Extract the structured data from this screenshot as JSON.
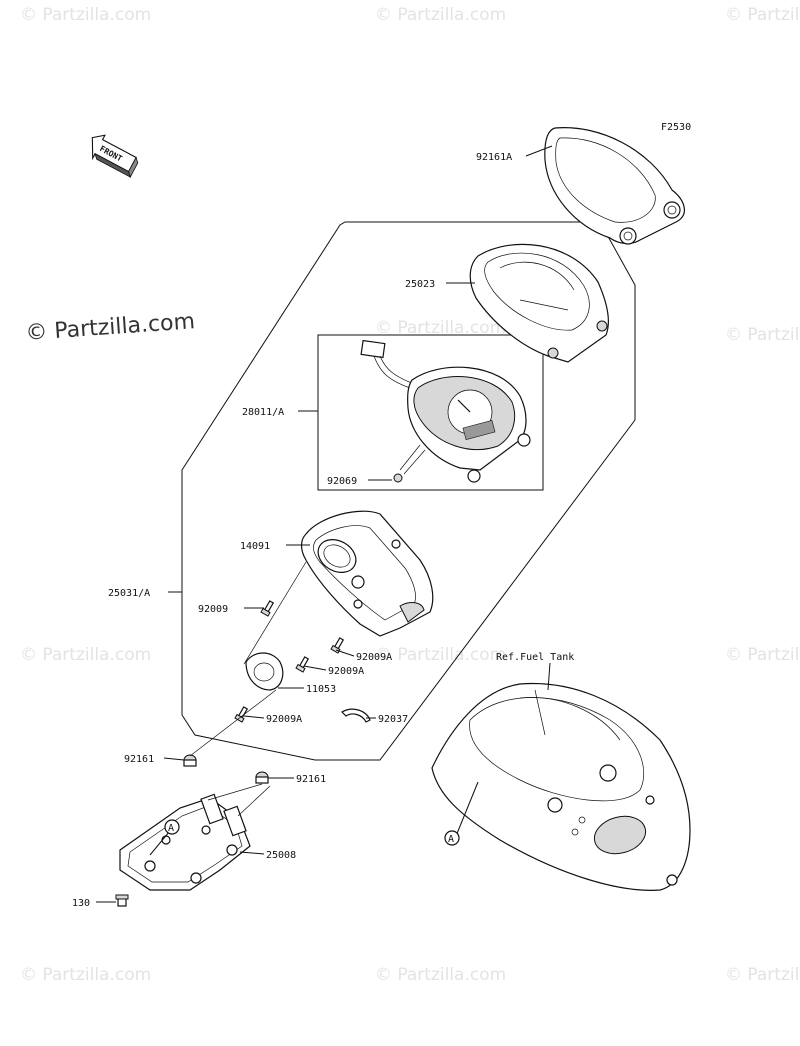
{
  "diagram": {
    "figure_code": "F2530",
    "watermark_main": "© Partzilla.com",
    "watermark_faint": "© Partzilla.com",
    "front_label": "FRONT",
    "reference_label": "Ref.Fuel Tank",
    "callout_letter": "A",
    "parts": {
      "p92161A": "92161A",
      "p25023": "25023",
      "p28011A": "28011/A",
      "p92069": "92069",
      "p14091": "14091",
      "p25031A": "25031/A",
      "p92009": "92009",
      "p92009A_1": "92009A",
      "p92009A_2": "92009A",
      "p11053": "11053",
      "p92009A_3": "92009A",
      "p92037": "92037",
      "p92161_1": "92161",
      "p92161_2": "92161",
      "p25008": "25008",
      "p130": "130"
    }
  }
}
